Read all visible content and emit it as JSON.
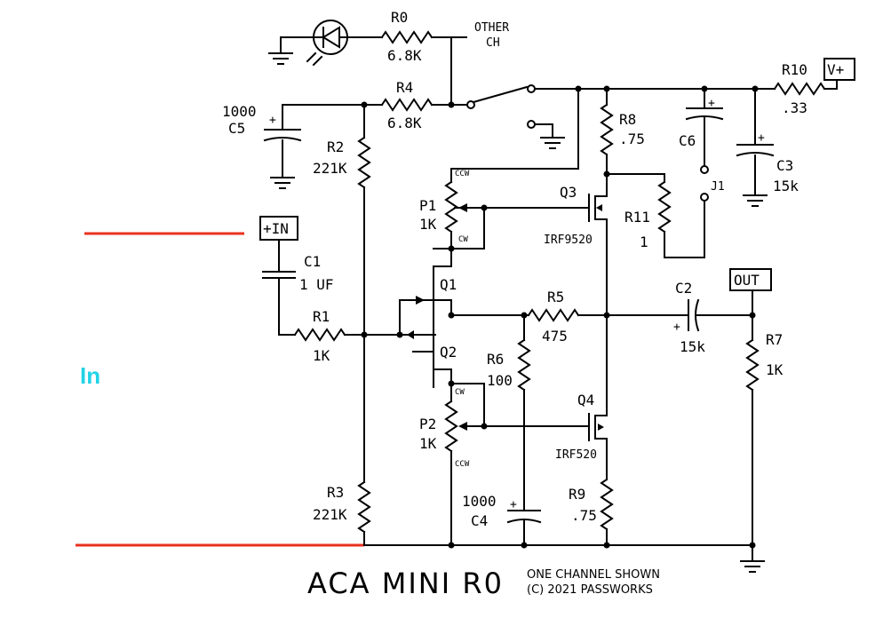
{
  "annotation": {
    "in_label": "In",
    "red_line_color": "#e8321e",
    "in_color": "#22d3e6"
  },
  "title": "ACA MINI R0",
  "notes": {
    "line1": "ONE CHANNEL SHOWN",
    "line2": "(C) 2021 PASSWORKS"
  },
  "connectors": {
    "vplus": "V+",
    "in": "+IN",
    "out": "OUT",
    "other_ch_1": "OTHER",
    "other_ch_2": "CH",
    "jumper": "J1"
  },
  "components": {
    "R0": {
      "name": "R0",
      "value": "6.8K"
    },
    "R4": {
      "name": "R4",
      "value": "6.8K"
    },
    "R10": {
      "name": "R10",
      "value": ".33"
    },
    "C5": {
      "name": "C5",
      "value": "1000"
    },
    "R2": {
      "name": "R2",
      "value": "221K"
    },
    "R8": {
      "name": "R8",
      "value": ".75"
    },
    "C6": {
      "name": "C6",
      "value": ""
    },
    "C3": {
      "name": "C3",
      "value": "15k"
    },
    "P1": {
      "name": "P1",
      "value": "1K",
      "ccw": "CCW",
      "cw": "CW"
    },
    "Q3": {
      "name": "Q3",
      "part": "IRF9520"
    },
    "R11": {
      "name": "R11",
      "value": "1"
    },
    "C1": {
      "name": "C1",
      "value": "1 UF"
    },
    "Q1": {
      "name": "Q1"
    },
    "R5": {
      "name": "R5",
      "value": "475"
    },
    "C2": {
      "name": "C2",
      "value": "15k"
    },
    "R1": {
      "name": "R1",
      "value": "1K"
    },
    "R7": {
      "name": "R7",
      "value": "1K"
    },
    "Q2": {
      "name": "Q2"
    },
    "R6": {
      "name": "R6",
      "value": "100"
    },
    "P2": {
      "name": "P2",
      "value": "1K",
      "cw": "CW",
      "ccw": "CCW"
    },
    "Q4": {
      "name": "Q4",
      "part": "IRF520"
    },
    "R3": {
      "name": "R3",
      "value": "221K"
    },
    "C4": {
      "name": "C4",
      "value": "1000"
    },
    "R9": {
      "name": "R9",
      "value": ".75"
    }
  },
  "polarity": "+"
}
